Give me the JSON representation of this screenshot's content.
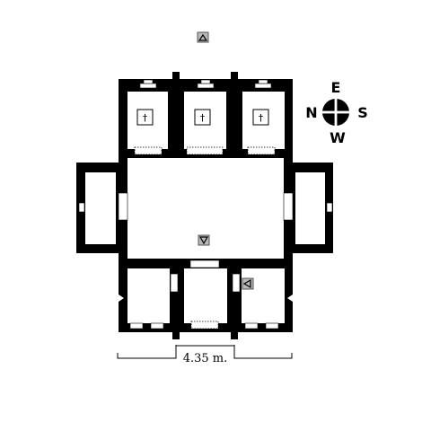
{
  "compass": {
    "north": "N",
    "east": "E",
    "south": "S",
    "west": "W"
  },
  "scale": {
    "label": "4.35 m."
  },
  "markers": {
    "cross_symbol": "†",
    "up_marker": "up-triangle-icon",
    "down_marker": "down-triangle-icon",
    "left_marker": "left-triangle-icon"
  },
  "colors": {
    "wall": "#000000",
    "marker_fill": "#b8b8b8",
    "background": "#ffffff"
  }
}
